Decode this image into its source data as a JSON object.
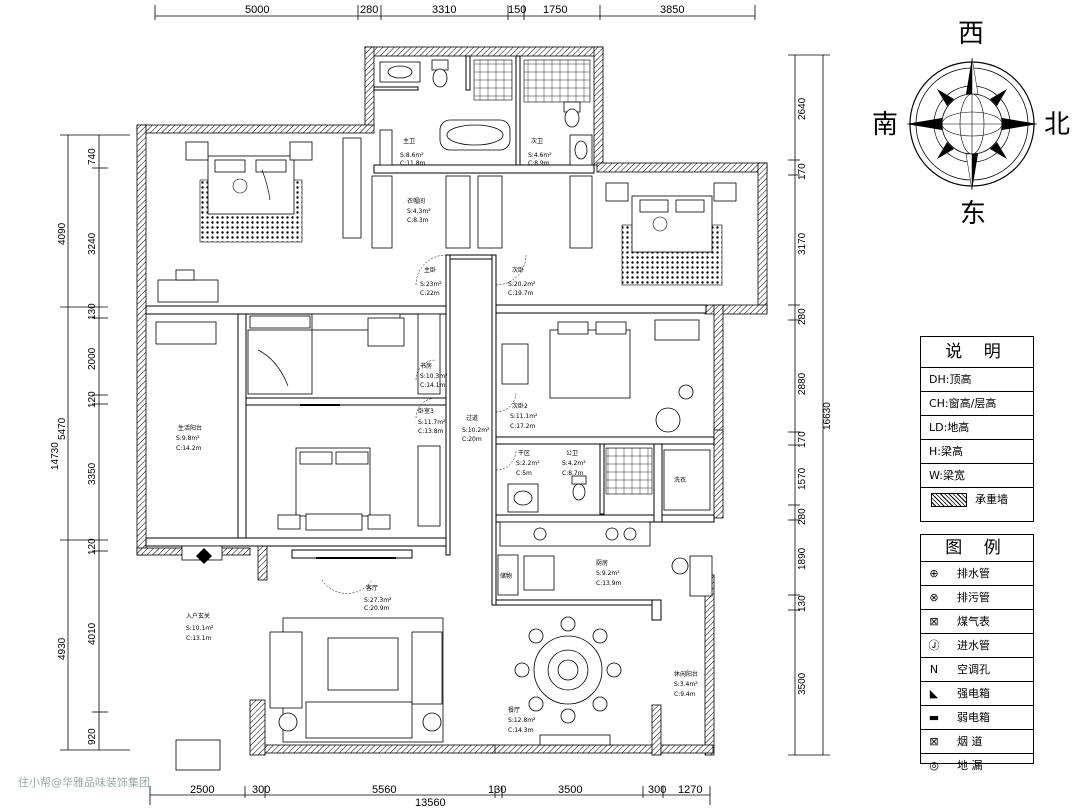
{
  "top_dims": [
    "5000",
    "280",
    "3310",
    "150",
    "1750",
    "3850"
  ],
  "bottom_dims": [
    "2500",
    "300",
    "5560",
    "130",
    "3500",
    "300",
    "1270"
  ],
  "bottom_total": "13560",
  "left_dims": [
    "740",
    "3240",
    "130",
    "2000",
    "120",
    "3350",
    "120",
    "4010",
    "920"
  ],
  "left_totals": [
    "4090",
    "5470",
    "14730",
    "4930"
  ],
  "right_dims": [
    "2640",
    "170",
    "3170",
    "280",
    "2880",
    "170",
    "1570",
    "280",
    "1890",
    "130",
    "3500"
  ],
  "right_total": "16630",
  "compass": {
    "west": "西",
    "east": "东",
    "south": "南",
    "north": "北"
  },
  "rooms": [
    {
      "id": "main-bath",
      "name": "主卫",
      "s": "S:8.6m²",
      "c": "C:11.8m"
    },
    {
      "id": "second-bath",
      "name": "次卫",
      "s": "S:4.6m²",
      "c": "C:8.9m"
    },
    {
      "id": "walk-in-closet",
      "name": "衣帽间",
      "s": "S:4.3m²",
      "c": "C:8.3m"
    },
    {
      "id": "master-bedroom",
      "name": "主卧",
      "s": "S:23m²",
      "c": "C:22m"
    },
    {
      "id": "second-bedroom",
      "name": "次卧",
      "s": "S:20.2m²",
      "c": "C:19.7m"
    },
    {
      "id": "study",
      "name": "书房",
      "s": "S:10.3m²",
      "c": "C:14.1m"
    },
    {
      "id": "balcony-front",
      "name": "生活阳台",
      "s": "S:9.8m²",
      "c": "C:14.2m"
    },
    {
      "id": "bedroom-3",
      "name": "卧室3",
      "s": "S:11.7m²",
      "c": "C:13.8m"
    },
    {
      "id": "corridor",
      "name": "过道",
      "s": "S:10.2m²",
      "c": "C:20m"
    },
    {
      "id": "bedroom-2",
      "name": "次卧2",
      "s": "S:11.1m²",
      "c": "C:17.2m"
    },
    {
      "id": "dry-area",
      "name": "干区",
      "s": "S:2.2m²",
      "c": "C:5m"
    },
    {
      "id": "guest-bath",
      "name": "公卫",
      "s": "S:4.2m²",
      "c": "C:8.7m"
    },
    {
      "id": "living-room",
      "name": "客厅",
      "s": "S:27.3m²",
      "c": "C:20.9m"
    },
    {
      "id": "entry",
      "name": "入户玄关",
      "s": "S:10.1m²",
      "c": "C:13.1m"
    },
    {
      "id": "kitchen",
      "name": "厨房",
      "s": "S:9.2m²",
      "c": "C:13.9m"
    },
    {
      "id": "dining",
      "name": "餐厅",
      "s": "S:12.8m²",
      "c": "C:14.3m"
    },
    {
      "id": "balcony-back",
      "name": "休闲阳台",
      "s": "S:3.4m²",
      "c": "C:9.4m"
    },
    {
      "id": "laundry",
      "name": "洗衣",
      "s": "",
      "c": ""
    },
    {
      "id": "storage",
      "name": "储物",
      "s": "",
      "c": ""
    }
  ],
  "notes": {
    "title": "说 明",
    "items": [
      "DH:顶高",
      "CH:窗高/层高",
      "LD:地高",
      "H:梁高",
      "W:梁宽"
    ],
    "wall_label": "承重墙"
  },
  "legend": {
    "title": "图 例",
    "items": [
      {
        "sym": "⊕",
        "label": "排水管"
      },
      {
        "sym": "⊗",
        "label": "排污管"
      },
      {
        "sym": "⊠",
        "label": "煤气表"
      },
      {
        "sym": "Ⓙ",
        "label": "进水管"
      },
      {
        "sym": "N",
        "label": "空调孔"
      },
      {
        "sym": "◣",
        "label": "强电箱"
      },
      {
        "sym": "▬",
        "label": "弱电箱"
      },
      {
        "sym": "⊠",
        "label": "烟 道"
      },
      {
        "sym": "◎",
        "label": "地 漏"
      }
    ]
  },
  "watermark": "住小帮@华雅品味装饰集团"
}
